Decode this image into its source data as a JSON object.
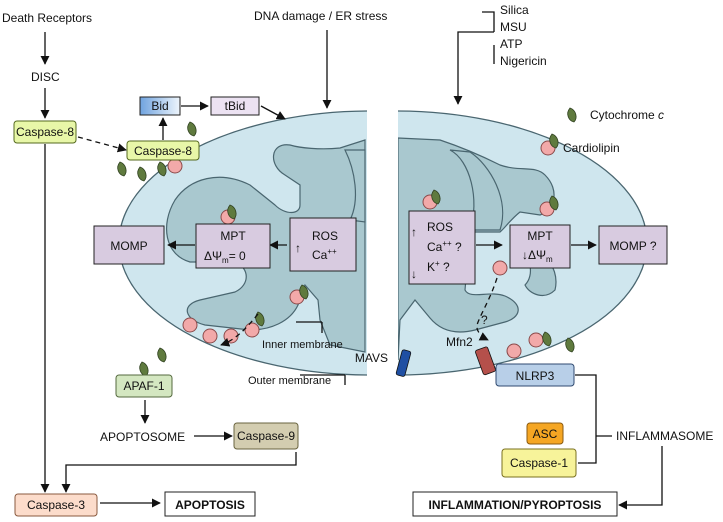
{
  "colors": {
    "mito_outer": "#cfe6ee",
    "mito_inner": "#a9c8cf",
    "stroke": "#4a6670",
    "purple_box": "#d8cbe0",
    "caspase8": "#e8f7a8",
    "caspase9": "#d3cdb0",
    "caspase3": "#fcdccb",
    "apaf1": "#d4e7c1",
    "nlrp3": "#b8cfe8",
    "asc": "#f5a623",
    "caspase1": "#f7f39a",
    "cardiolipin": "#f2a9a9",
    "cytochrome": "#5f7a3e",
    "mavs": "#1f4fa3",
    "mfn2": "#b5504b"
  },
  "left": {
    "death_receptors": "Death Receptors",
    "disc": "DISC",
    "dna_damage": "DNA damage / ER stress",
    "caspase8_a": "Caspase-8",
    "caspase8_b": "Caspase-8",
    "bid": "Bid",
    "tbid": "tBid",
    "momp": "MOMP",
    "mpt": "MPT",
    "delta_psi": "ΔΨ",
    "psi_sub": "m",
    "psi_eq": "= 0",
    "ros": "ROS",
    "ca": "Ca",
    "ca_sup": "++",
    "up_arrow": "↑",
    "inner_membrane": "Inner membrane",
    "outer_membrane": "Outer membrane",
    "apaf1": "APAF-1",
    "apoptosome": "APOPTOSOME",
    "caspase9": "Caspase-9",
    "caspase3": "Caspase-3",
    "apoptosis": "APOPTOSIS"
  },
  "right": {
    "stimuli": [
      "Silica",
      "MSU",
      "ATP",
      "Nigericin"
    ],
    "cytochrome_label": "Cytochrome ",
    "cytochrome_c": "c",
    "cardiolipin": "Cardiolipin",
    "ros": "ROS",
    "ca": "Ca",
    "ca_sup": "++",
    "ca_q": " ?",
    "k": "K",
    "k_sup": "+",
    "k_q": " ?",
    "up_arrow": "↑",
    "down_arrow": "↓",
    "mpt": "MPT",
    "delta_psi": "↓ΔΨ",
    "psi_sub": "m",
    "momp_q": "MOMP ?",
    "question": "?",
    "mfn2": "Mfn2",
    "mavs": "MAVS",
    "nlrp3": "NLRP3",
    "asc": "ASC",
    "caspase1": "Caspase-1",
    "inflammasome": "INFLAMMASOME",
    "inflammation": "INFLAMMATION/PYROPTOSIS"
  }
}
